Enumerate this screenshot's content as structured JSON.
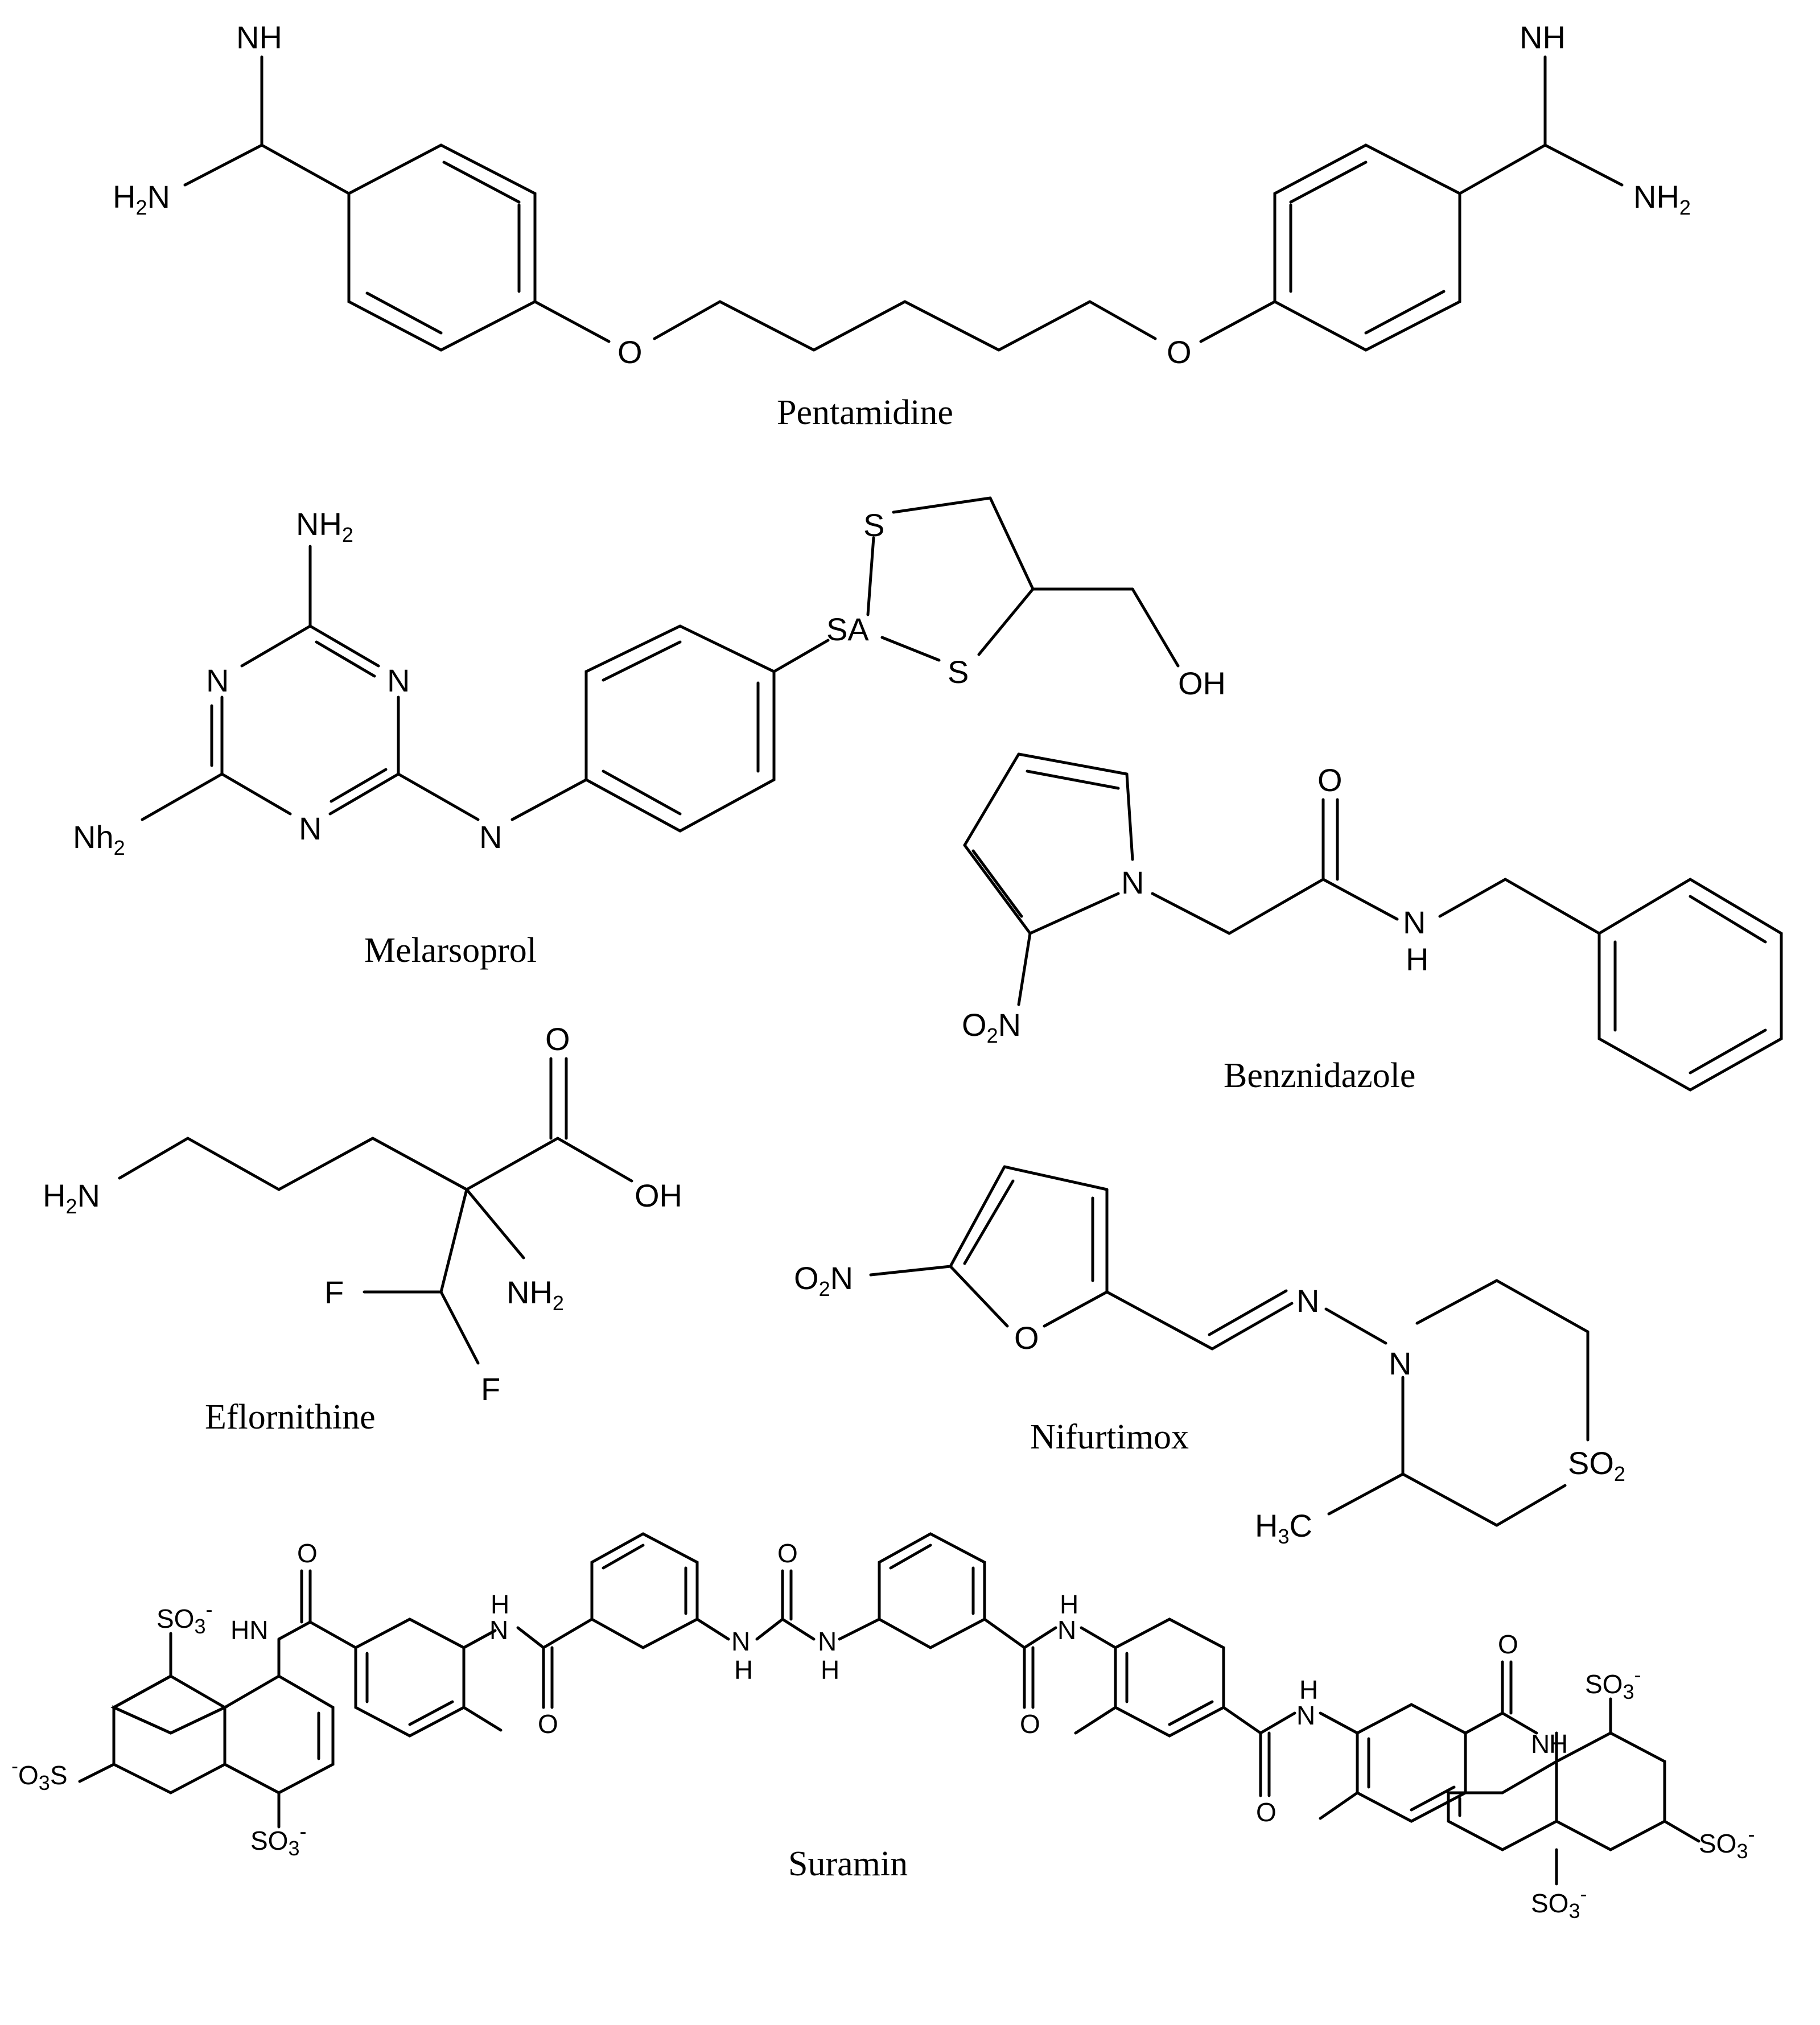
{
  "molecules": [
    {
      "name": "Pentamidine"
    },
    {
      "name": "Melarsoprol"
    },
    {
      "name": "Benznidazole"
    },
    {
      "name": "Eflornithine"
    },
    {
      "name": "Nifurtimox"
    },
    {
      "name": "Suramin"
    }
  ],
  "atoms": {
    "nh": "NH",
    "h2n_h": "H",
    "n": "N",
    "o": "O",
    "s": "S",
    "sa": "SA",
    "oh": "OH",
    "nh2_b": "NH",
    "nh2_sub": "2",
    "nh_lower": "Nh",
    "two": "2",
    "f": "F",
    "h": "H",
    "o2n_o": "O",
    "so2_s": "SO",
    "h3c_h": "H",
    "h3c_c": "C",
    "three": "3",
    "hn": "HN",
    "so3": "SO",
    "minus": "-",
    "dash_o3s_o": "O",
    "dash_o3s_s": "S"
  }
}
